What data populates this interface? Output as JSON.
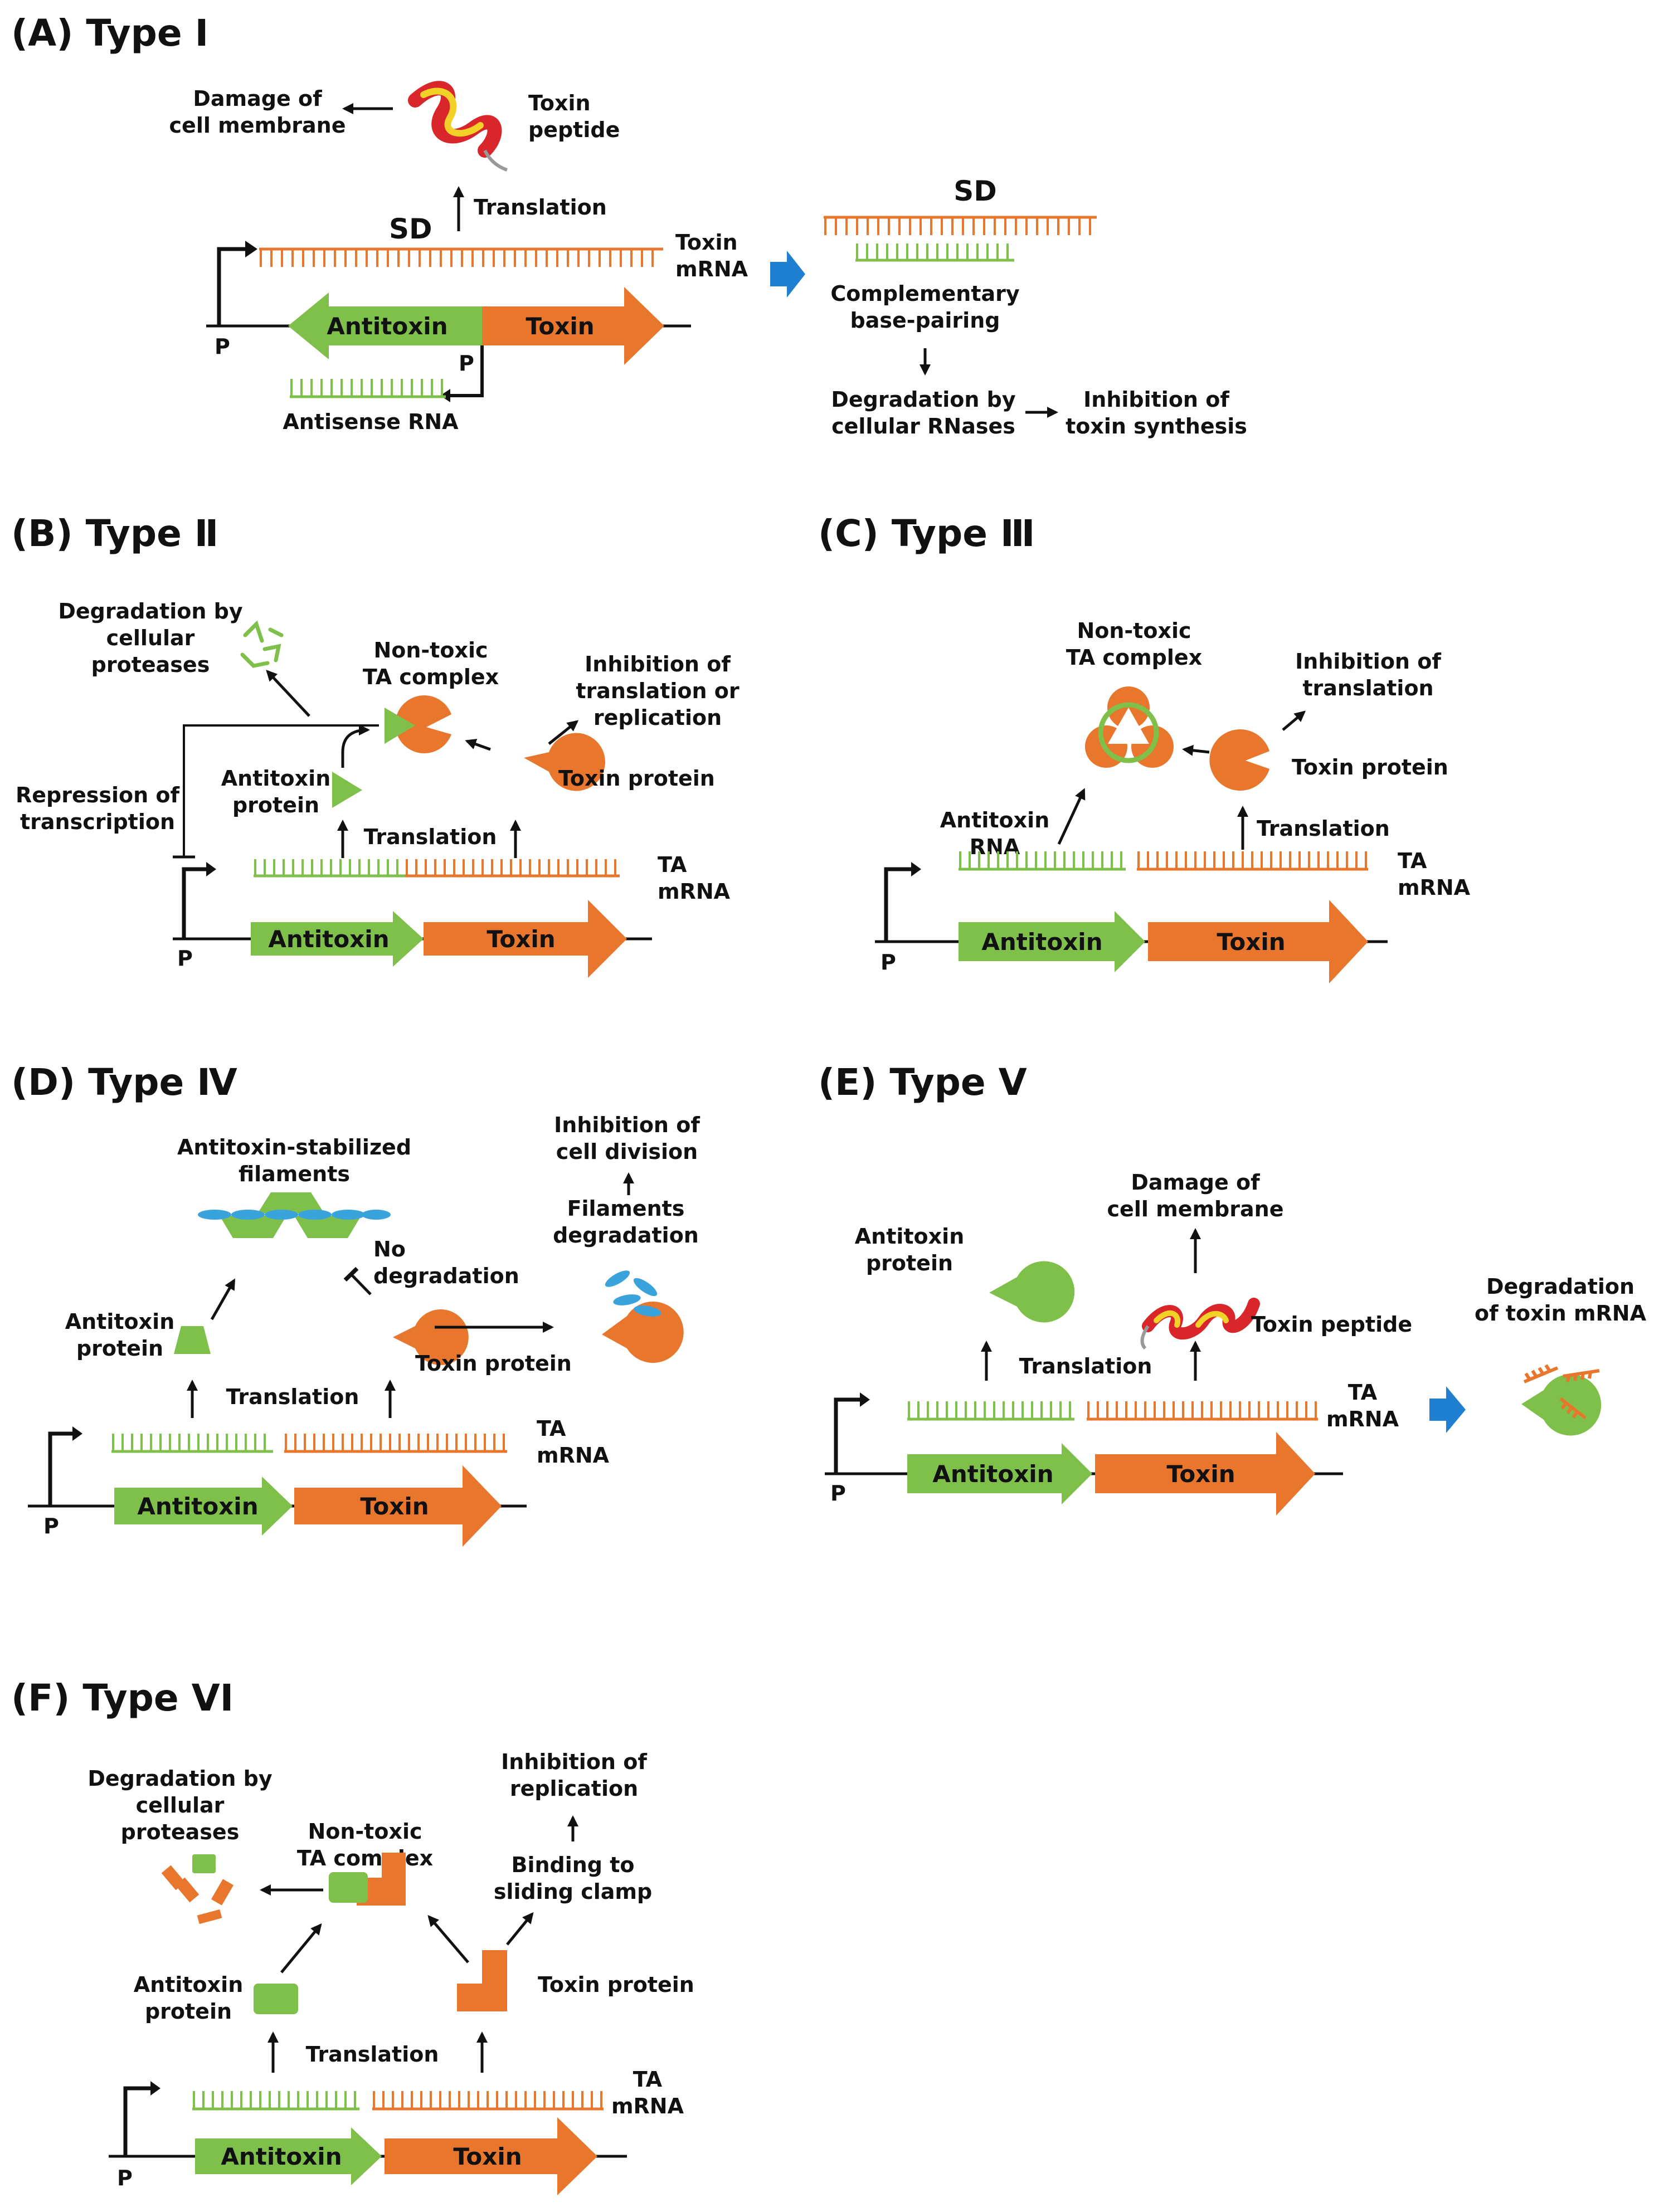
{
  "colors": {
    "antitoxin": "#7ec04a",
    "toxin": "#e8762d",
    "arrow_blue": "#1f7fd1",
    "filament": "#3aa3dc",
    "text": "#111111"
  },
  "panels": {
    "A": {
      "heading": "(A) Type I",
      "damage": "Damage of|cell membrane",
      "toxin_peptide": "Toxin|peptide",
      "translation": "Translation",
      "sd": "SD",
      "toxin_mrna": "Toxin|mRNA",
      "antitoxin_gene": "Antitoxin",
      "toxin_gene": "Toxin",
      "promoter": "P",
      "promoter2": "P",
      "antisense": "Antisense RNA",
      "sd2": "SD",
      "pairing": "Complementary|base-pairing",
      "degradation": "Degradation by|cellular RNases",
      "inhibition": "Inhibition of|toxin synthesis"
    },
    "B": {
      "heading": "(B) Type Ⅱ",
      "degradation": "Degradation by|cellular|proteases",
      "complex": "Non-toxic|TA complex",
      "inhibition": "Inhibition of|translation or|replication",
      "antitoxin_protein": "Antitoxin|protein",
      "toxin_protein": "Toxin protein",
      "repression": "Repression of|transcription",
      "translation": "Translation",
      "mrna": "TA|mRNA",
      "antitoxin_gene": "Antitoxin",
      "toxin_gene": "Toxin",
      "promoter": "P"
    },
    "C": {
      "heading": "(C) Type Ⅲ",
      "complex": "Non-toxic|TA complex",
      "inhibition": "Inhibition of|translation",
      "toxin_protein": "Toxin protein",
      "antitoxin_rna": "Antitoxin|RNA",
      "translation": "Translation",
      "mrna": "TA|mRNA",
      "antitoxin_gene": "Antitoxin",
      "toxin_gene": "Toxin",
      "promoter": "P"
    },
    "D": {
      "heading": "(D) Type Ⅳ",
      "filaments": "Antitoxin-stabilized|filaments",
      "inhibition": "Inhibition of|cell division",
      "filament_degradation": "Filaments|degradation",
      "no_degradation": "No|degradation",
      "antitoxin_protein": "Antitoxin|protein",
      "toxin_protein": "Toxin protein",
      "translation": "Translation",
      "mrna": "TA|mRNA",
      "antitoxin_gene": "Antitoxin",
      "toxin_gene": "Toxin",
      "promoter": "P"
    },
    "E": {
      "heading": "(E) Type V",
      "damage": "Damage of|cell membrane",
      "antitoxin_protein": "Antitoxin|protein",
      "toxin_peptide": "Toxin peptide",
      "translation": "Translation",
      "mrna": "TA|mRNA",
      "degradation": "Degradation|of toxin mRNA",
      "antitoxin_gene": "Antitoxin",
      "toxin_gene": "Toxin",
      "promoter": "P"
    },
    "F": {
      "heading": "(F) Type VI",
      "degradation": "Degradation by|cellular|proteases",
      "complex": "Non-toxic|TA complex",
      "inhibition": "Inhibition of|replication",
      "binding": "Binding to|sliding clamp",
      "antitoxin_protein": "Antitoxin|protein",
      "toxin_protein": "Toxin protein",
      "translation": "Translation",
      "mrna": "TA|mRNA",
      "antitoxin_gene": "Antitoxin",
      "toxin_gene": "Toxin",
      "promoter": "P"
    }
  }
}
